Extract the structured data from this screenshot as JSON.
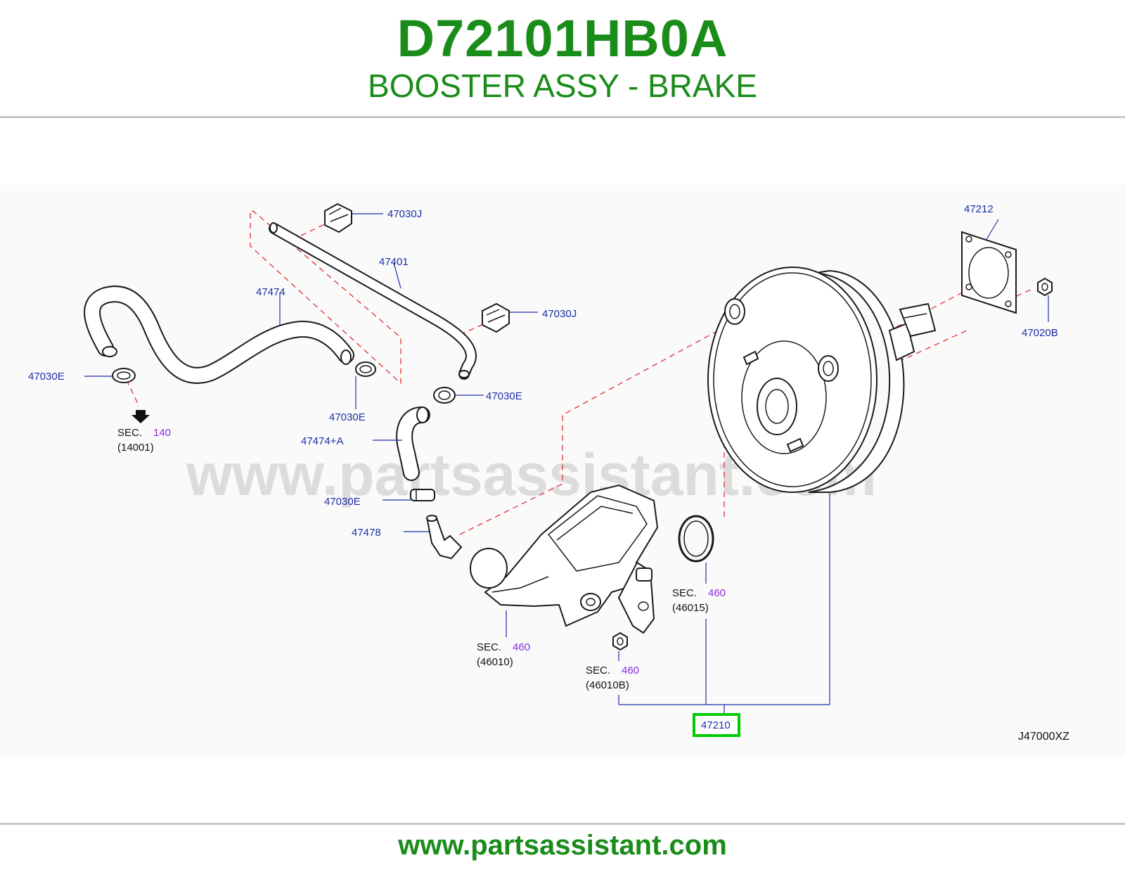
{
  "header": {
    "part_number": "D72101HB0A",
    "part_name": "BOOSTER ASSY - BRAKE"
  },
  "watermark": "www.partsassistant.com",
  "footer": {
    "url": "www.partsassistant.com"
  },
  "diagram": {
    "code": "J47000XZ",
    "labels": {
      "p47030J_top": "47030J",
      "p47401": "47401",
      "p47474": "47474",
      "p47030J_mid": "47030J",
      "p47030E_left": "47030E",
      "p47030E_clamp": "47030E",
      "p47030E_hose": "47030E",
      "p47474A": "47474+A",
      "p47030E_low": "47030E",
      "p47478": "47478",
      "p47212": "47212",
      "p47020B": "47020B",
      "p47210": "47210"
    },
    "sections": [
      {
        "word": "SEC.",
        "num": "140",
        "ref": "(14001)"
      },
      {
        "word": "SEC.",
        "num": "460",
        "ref": "(46015)"
      },
      {
        "word": "SEC.",
        "num": "460",
        "ref": "(46010)"
      },
      {
        "word": "SEC.",
        "num": "460",
        "ref": "(46010B)"
      }
    ],
    "highlight_color": "#00cc00",
    "label_color": "#1c2fa8",
    "section_number_color": "#8a2be2",
    "dashed_line_color": "#e03030"
  },
  "colors": {
    "title": "#1a8c1a",
    "rule": "#c8c8c8"
  }
}
